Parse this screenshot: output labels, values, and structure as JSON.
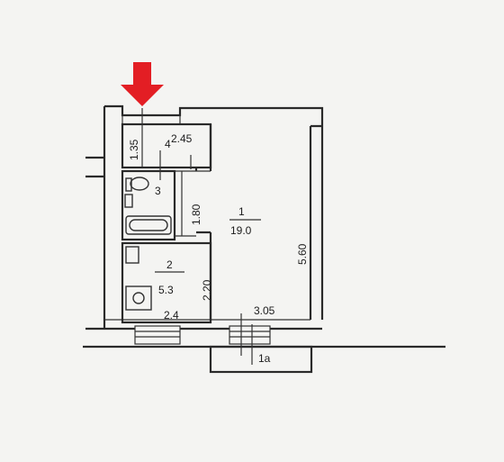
{
  "arrow_color": "#e31e24",
  "rooms": {
    "r1": {
      "number": "1",
      "area": "19.0"
    },
    "r2": {
      "number": "2",
      "area": "5.3"
    },
    "r3": {
      "number": "3"
    },
    "r4": {
      "number": "4"
    },
    "r1a": {
      "number": "1a"
    }
  },
  "dimensions": {
    "d_135": "1.35",
    "d_245": "2.45",
    "d_180": "1.80",
    "d_560": "5.60",
    "d_220": "2.20",
    "d_24": "2.4",
    "d_305": "3.05"
  },
  "icons": {
    "entry_arrow": "entry-arrow-icon",
    "toilet": "toilet-icon",
    "bathtub": "bathtub-icon",
    "sink": "sink-icon",
    "stove": "stove-icon"
  }
}
